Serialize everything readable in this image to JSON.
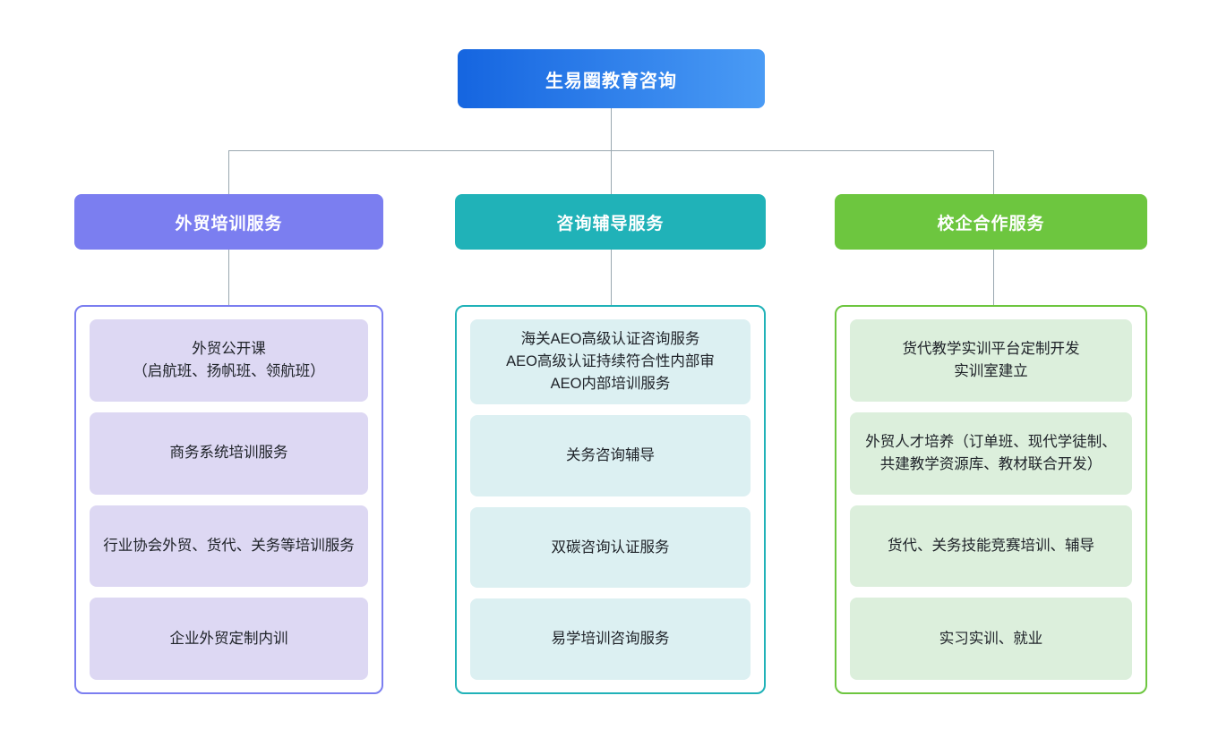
{
  "diagram": {
    "type": "organization-tree",
    "root": {
      "label": "生易圈教育咨询",
      "gradient_from": "#1565e0",
      "gradient_to": "#4a9bf5",
      "text_color": "#ffffff"
    },
    "connector_color": "#9aa7b0",
    "branches": [
      {
        "id": "training",
        "header": "外贸培训服务",
        "accent": "#7b7ef0",
        "item_fill": "#ddd8f3",
        "items": [
          "外贸公开课\n（启航班、扬帆班、领航班）",
          "商务系统培训服务",
          "行业协会外贸、货代、关务等培训服务",
          "企业外贸定制内训"
        ]
      },
      {
        "id": "consulting",
        "header": "咨询辅导服务",
        "accent": "#20b2b8",
        "item_fill": "#dcf0f2",
        "items": [
          "海关AEO高级认证咨询服务\nAEO高级认证持续符合性内部审\nAEO内部培训服务",
          "关务咨询辅导",
          "双碳咨询认证服务",
          "易学培训咨询服务"
        ]
      },
      {
        "id": "school-enterprise",
        "header": "校企合作服务",
        "accent": "#6dc63f",
        "item_fill": "#dcefdc",
        "items": [
          "货代教学实训平台定制开发\n实训室建立",
          "外贸人才培养（订单班、现代学徒制、共建教学资源库、教材联合开发）",
          "货代、关务技能竞赛培训、辅导",
          "实习实训、就业"
        ]
      }
    ]
  }
}
